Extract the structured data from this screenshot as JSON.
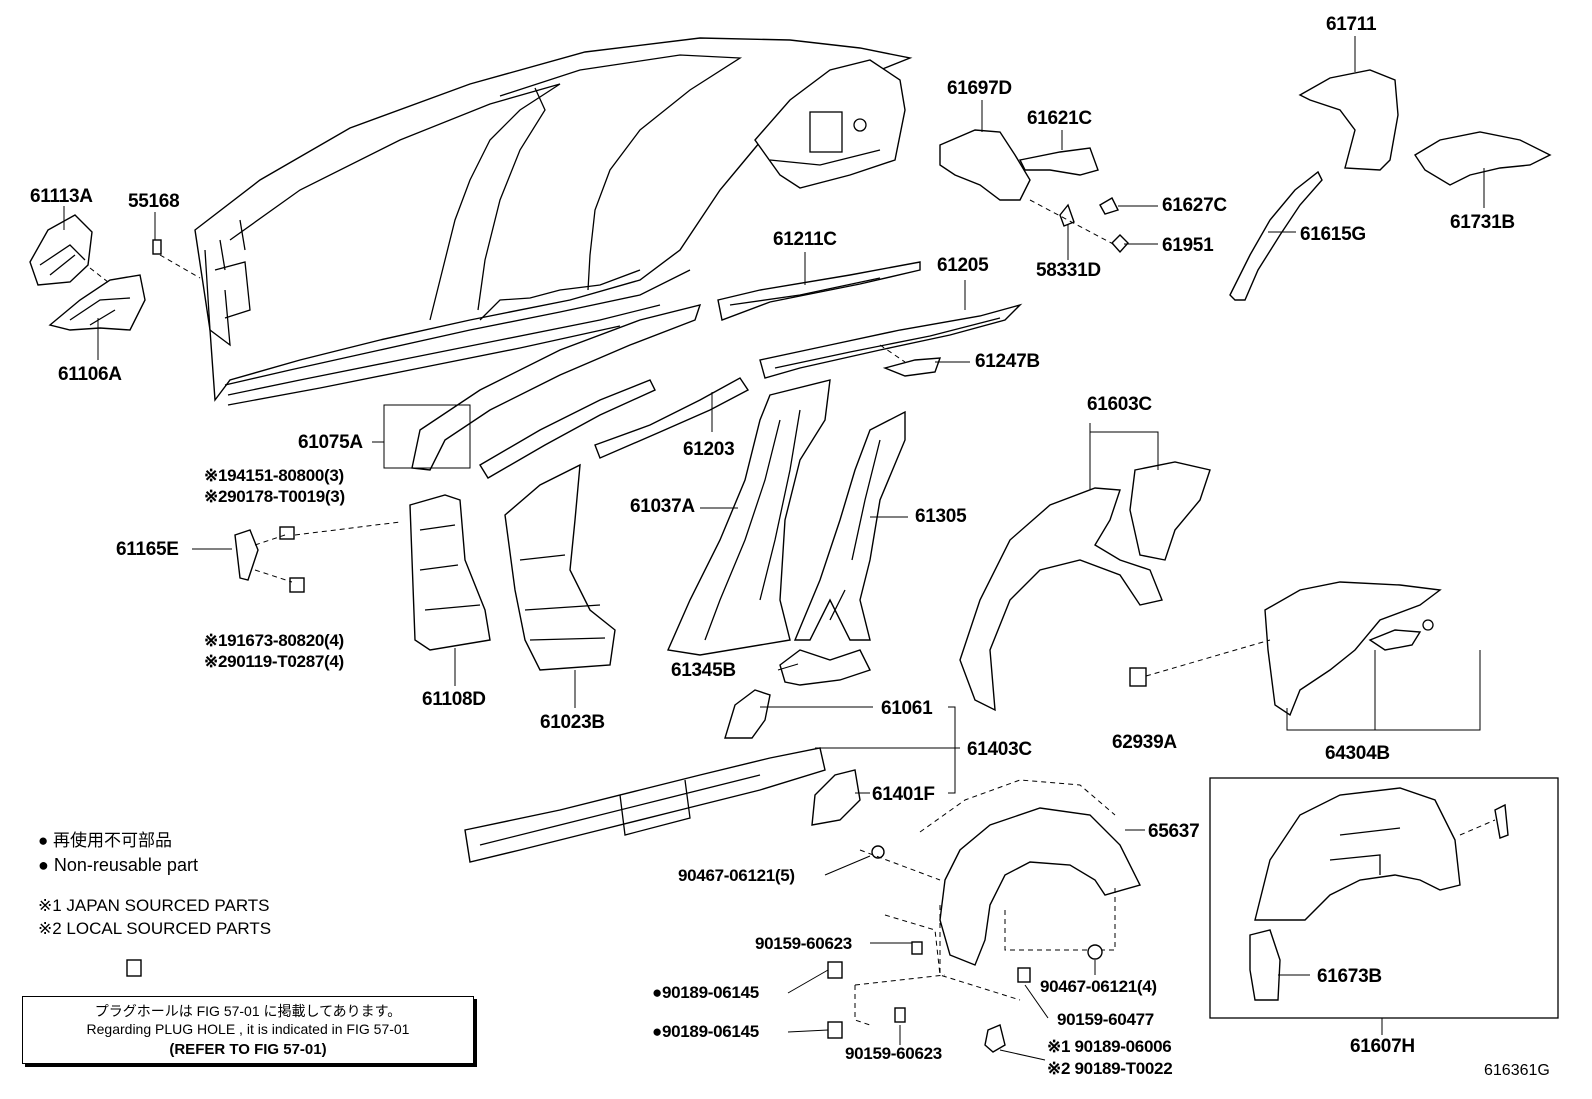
{
  "diagram_id": "616361G",
  "legend": {
    "nonreusable_ja": "● 再使用不可部品",
    "nonreusable_en": "● Non-reusable part",
    "note1": "※1 JAPAN SOURCED PARTS",
    "note2": "※2 LOCAL SOURCED PARTS"
  },
  "notice": {
    "line1": "プラグホールは FIG 57-01 に掲載してあります。",
    "line2": "Regarding PLUG HOLE , it is indicated in FIG 57-01",
    "line3": "(REFER TO FIG 57-01)"
  },
  "parts": {
    "p61711": "61711",
    "p61697D": "61697D",
    "p61621C": "61621C",
    "p61627C": "61627C",
    "p61951": "61951",
    "p58331D": "58331D",
    "p61615G": "61615G",
    "p61731B": "61731B",
    "p61113A": "61113A",
    "p55168": "55168",
    "p61106A": "61106A",
    "p61211C": "61211C",
    "p61205": "61205",
    "p61247B": "61247B",
    "p61075A": "61075A",
    "p61203": "61203",
    "p61603C": "61603C",
    "p61037A": "61037A",
    "p61305": "61305",
    "p61165E": "61165E",
    "p94151": "※194151-80800(3)",
    "p90178": "※290178-T0019(3)",
    "p91673": "※191673-80820(4)",
    "p90119": "※290119-T0287(4)",
    "p61108D": "61108D",
    "p61023B": "61023B",
    "p61345B": "61345B",
    "p62939A": "62939A",
    "p64304B": "64304B",
    "p61061": "61061",
    "p61403C": "61403C",
    "p61401F": "61401F",
    "p65637": "65637",
    "p90467a": "90467-06121(5)",
    "p90159a": "90159-60623",
    "p90189a": "●90189-06145",
    "p90189b": "●90189-06145",
    "p90159b": "90159-60623",
    "p90467b": "90467-06121(4)",
    "p90159c": "90159-60477",
    "p90189c": "※1 90189-06006",
    "p90189d": "※2 90189-T0022",
    "p61673B": "61673B",
    "p61607H": "61607H"
  }
}
